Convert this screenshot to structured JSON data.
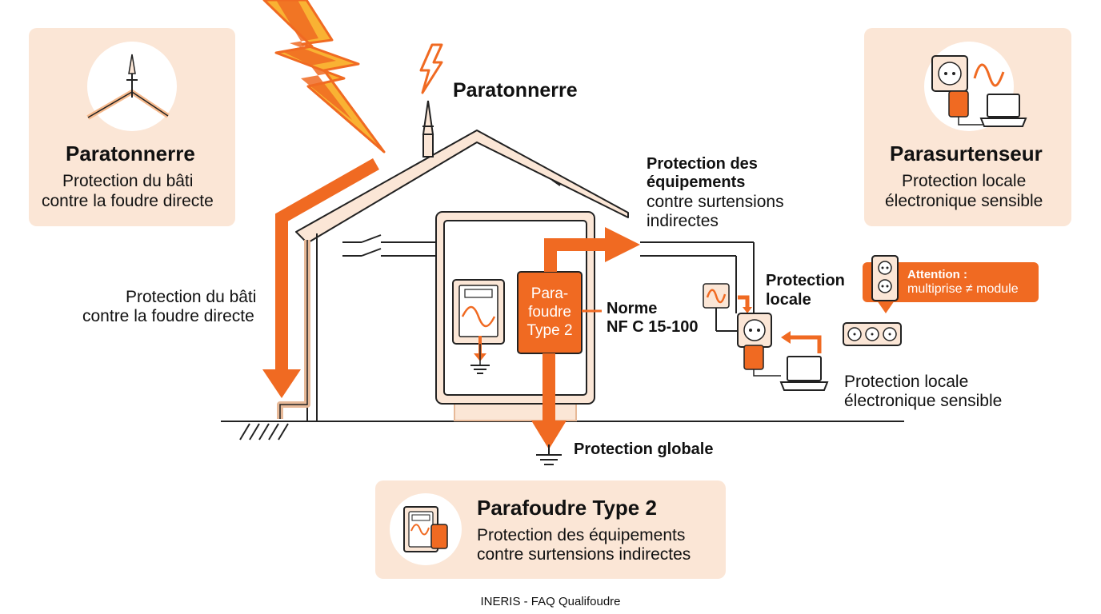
{
  "colors": {
    "orange": "#f06a22",
    "yellow": "#f9b233",
    "peach": "#fbe6d6",
    "tan": "#e7b998",
    "line": "#222222"
  },
  "cards": {
    "paratonnerre": {
      "title": "Paratonnerre",
      "line1": "Protection du bâti",
      "line2": "contre la foudre directe",
      "icon": "lightning-rod-icon"
    },
    "parasurtenseur": {
      "title": "Parasurtenseur",
      "line1": "Protection locale",
      "line2": "électronique sensible",
      "icon": "surge-protector-icon"
    },
    "parafoudre": {
      "title": "Parafoudre Type 2",
      "line1": "Protection des équipements",
      "line2": "contre surtensions indirectes",
      "icon": "electrical-panel-icon"
    }
  },
  "diagram": {
    "rod_label": "Paratonnerre",
    "building_protection": {
      "line1": "Protection du bâti",
      "line2": "contre la foudre directe"
    },
    "equipment_protection": {
      "bold1": "Protection des",
      "bold2": "équipements",
      "line1": "contre surtensions",
      "line2": "indirectes"
    },
    "parafoudre_box": {
      "line1": "Para-",
      "line2": "foudre",
      "line3": "Type 2"
    },
    "norm": {
      "line1": "Norme",
      "line2": "NF C 15-100"
    },
    "local_protection": {
      "line1": "Protection",
      "line2": "locale"
    },
    "attention": {
      "title": "Attention :",
      "text": "multiprise ≠ module"
    },
    "local_electronic": {
      "line1": "Protection locale",
      "line2": "électronique sensible"
    },
    "global_protection": "Protection globale"
  },
  "source": "INERIS - FAQ Qualifoudre"
}
